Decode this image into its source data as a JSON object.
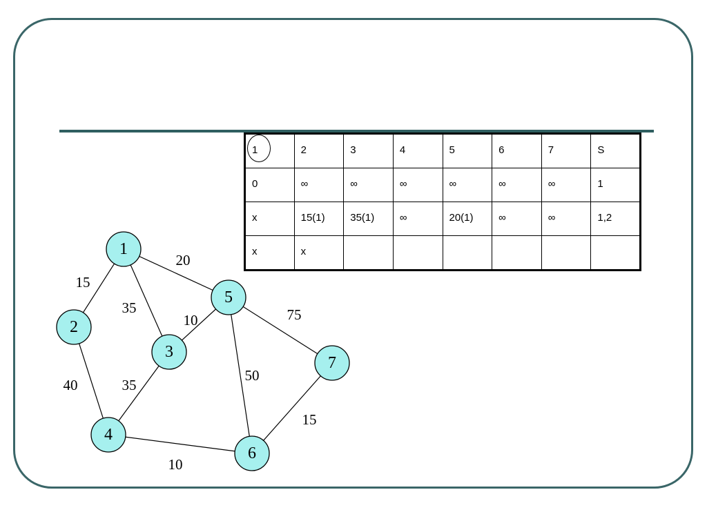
{
  "table": {
    "rows": [
      [
        "1",
        "2",
        "3",
        "4",
        "5",
        "6",
        "7",
        "S"
      ],
      [
        "0",
        "∞",
        "∞",
        "∞",
        "∞",
        "∞",
        "∞",
        "1"
      ],
      [
        "x",
        "15(1)",
        "35(1)",
        "∞",
        "20(1)",
        "∞",
        "∞",
        "1,2"
      ],
      [
        "x",
        "x",
        "",
        "",
        "",
        "",
        "",
        ""
      ]
    ]
  },
  "graph": {
    "nodes": [
      "1",
      "2",
      "3",
      "4",
      "5",
      "6",
      "7"
    ],
    "edges": [
      {
        "from": "1",
        "to": "2",
        "weight": "15"
      },
      {
        "from": "1",
        "to": "5",
        "weight": "20"
      },
      {
        "from": "1",
        "to": "3",
        "weight": "35"
      },
      {
        "from": "3",
        "to": "5",
        "weight": "10"
      },
      {
        "from": "5",
        "to": "7",
        "weight": "75"
      },
      {
        "from": "2",
        "to": "4",
        "weight": "40"
      },
      {
        "from": "3",
        "to": "4",
        "weight": "35"
      },
      {
        "from": "5",
        "to": "6",
        "weight": "50"
      },
      {
        "from": "7",
        "to": "6",
        "weight": "15"
      },
      {
        "from": "4",
        "to": "6",
        "weight": "10"
      }
    ],
    "node_fill": "#a6f0ee"
  }
}
